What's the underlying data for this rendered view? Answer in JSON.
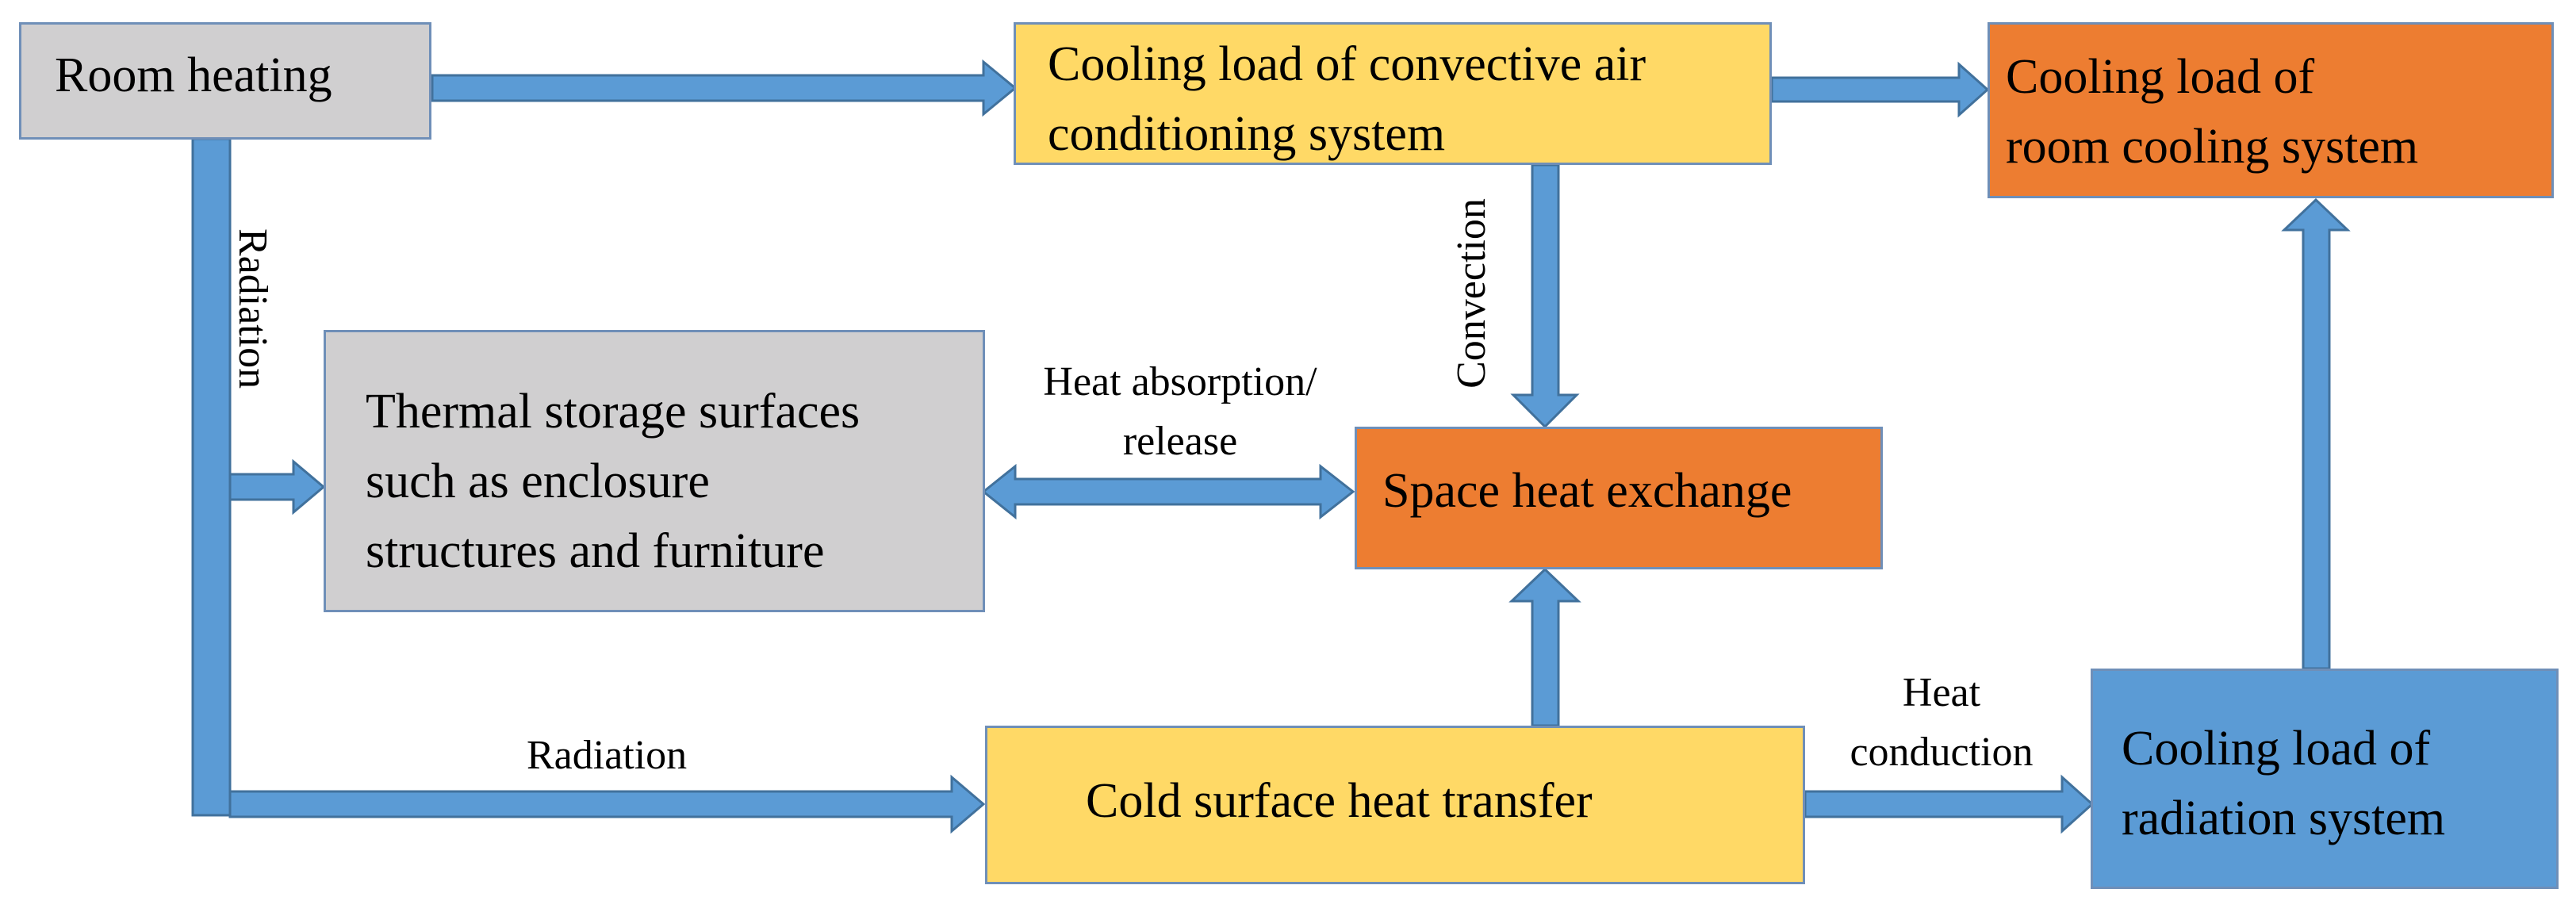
{
  "nodes": {
    "room_heating": "Room heating",
    "convective_ac": [
      "Cooling load of convective air",
      "conditioning system"
    ],
    "room_cooling": [
      "Cooling load of",
      "room cooling system"
    ],
    "thermal_storage": [
      "Thermal storage surfaces",
      "such as enclosure",
      "structures and furniture"
    ],
    "space_heat_exchange": "Space heat exchange",
    "cold_surface": "Cold surface heat transfer",
    "radiation_system": [
      "Cooling load of",
      "radiation system"
    ]
  },
  "edge_labels": {
    "radiation_vertical": "Radiation",
    "radiation_bottom": "Radiation",
    "convection": "Convection",
    "heat_absorption": [
      "Heat absorption/",
      "release"
    ],
    "heat_conduction": [
      "Heat",
      "conduction"
    ]
  },
  "colors": {
    "gray_box": "#d0cfd0",
    "yellow_box": "#ffd966",
    "orange_box": "#ed7d31",
    "blue_box": "#5b9bd5",
    "arrow": "#5b9bd5",
    "arrow_outline": "#41719c"
  }
}
